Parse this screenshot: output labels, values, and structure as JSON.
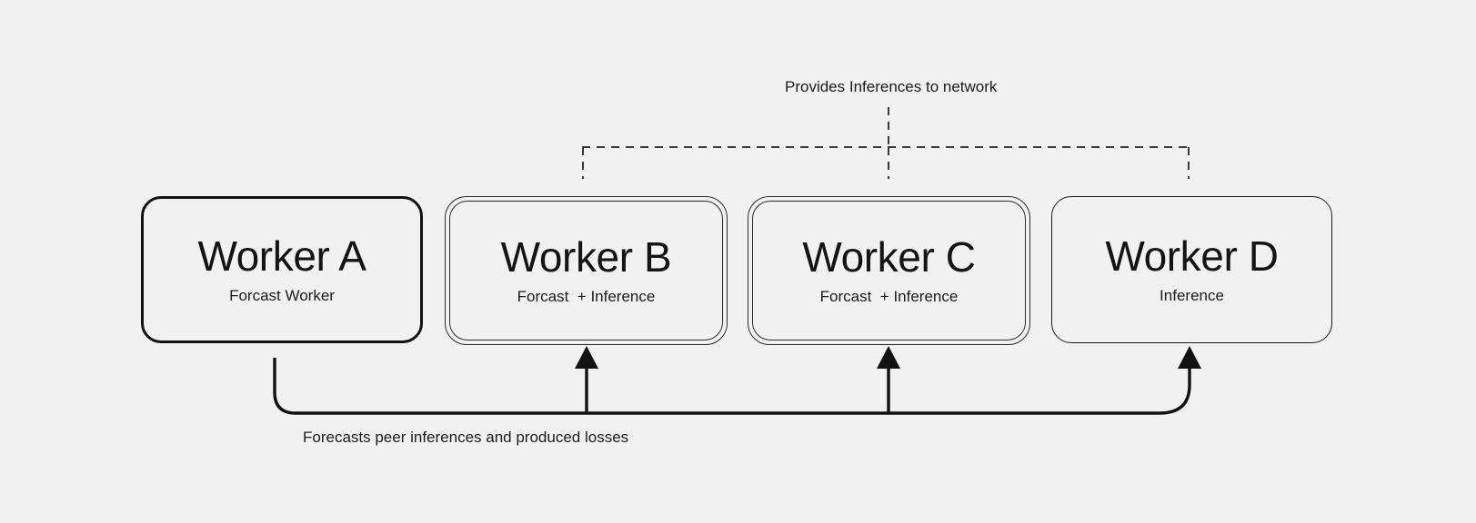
{
  "diagram": {
    "title": "Worker roles and inference/forecast flow",
    "background_color": "#F1F1F1",
    "stroke_color": "#121212",
    "dashed_stroke_color": "#3a3a3a",
    "workers": [
      {
        "id": "worker-a",
        "title": "Worker A",
        "subtitle": "Forcast Worker",
        "border_style": "thick-single"
      },
      {
        "id": "worker-b",
        "title": "Worker B",
        "subtitle": "Forcast  + Inference",
        "border_style": "thin-double"
      },
      {
        "id": "worker-c",
        "title": "Worker C",
        "subtitle": "Forcast  + Inference",
        "border_style": "thin-double"
      },
      {
        "id": "worker-d",
        "title": "Worker D",
        "subtitle": "Inference",
        "border_style": "thin-single"
      }
    ],
    "captions": {
      "top": "Provides Inferences to network",
      "bottom": "Forecasts peer inferences and produced losses"
    }
  }
}
